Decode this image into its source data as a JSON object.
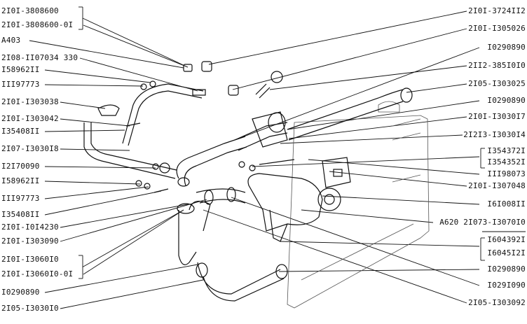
{
  "left_labels": [
    {
      "text": "2I0I-3808600"
    },
    {
      "text": "2I0I-3808600-0I"
    },
    {
      "text": "A403"
    },
    {
      "text": "2I08-II07034 330"
    },
    {
      "text": "I58962II"
    },
    {
      "text": "III97773"
    },
    {
      "text": "2I0I-I303038"
    },
    {
      "text": "2I0I-I303042"
    },
    {
      "text": "I35408II"
    },
    {
      "text": "2I07-I3030I8"
    },
    {
      "text": "I2I70090"
    },
    {
      "text": "I58962II"
    },
    {
      "text": "III97773"
    },
    {
      "text": "I35408II"
    },
    {
      "text": "2I0I-I0I4230"
    },
    {
      "text": "2I0I-I303090"
    },
    {
      "text": "2I0I-I3060I0"
    },
    {
      "text": "2I0I-I3060I0-0I"
    },
    {
      "text": "I0290890"
    },
    {
      "text": "2I05-I3030I0"
    }
  ],
  "right_labels": [
    {
      "text": "2I0I-3724II2"
    },
    {
      "text": "2I0I-I305026"
    },
    {
      "text": "I0290890"
    },
    {
      "text": "2II2-385I0I0"
    },
    {
      "text": "2I05-I303025"
    },
    {
      "text": "I0290890"
    },
    {
      "text": "2I0I-I3030I7"
    },
    {
      "text": "2I2I3-I3030I4"
    },
    {
      "text": "I354372I"
    },
    {
      "text": "I354352I"
    },
    {
      "text": "III98073"
    },
    {
      "text": "2I0I-I307048"
    },
    {
      "text": "I6I008II"
    },
    {
      "text": "A620  2I073-I3070I0"
    },
    {
      "text": "I604392I"
    },
    {
      "text": "I6045I2I"
    },
    {
      "text": "I0290890"
    },
    {
      "text": "I029I090"
    },
    {
      "text": "2I05-I303092"
    }
  ]
}
